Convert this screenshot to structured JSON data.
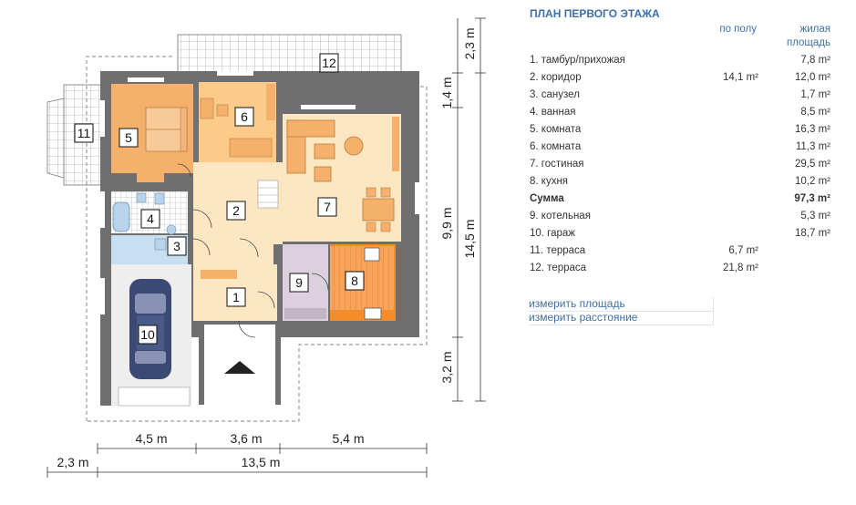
{
  "plan": {
    "rooms": [
      "1",
      "2",
      "3",
      "4",
      "5",
      "6",
      "7",
      "8",
      "9",
      "10",
      "11",
      "12"
    ],
    "dims": {
      "right_top": "2,3 m",
      "right_a": "1,4 m",
      "right_b": "9,9 m",
      "right_total": "14,5 m",
      "right_bottom": "3,2 m",
      "bottom_a": "4,5 m",
      "bottom_b": "3,6 m",
      "bottom_c": "5,4 m",
      "bottom_left": "2,3 m",
      "bottom_total": "13,5 m"
    }
  },
  "panel": {
    "title": "ПЛАН ПЕРВОГО ЭТАЖА",
    "col_floor": "по полу",
    "col_living": "жилая площадь",
    "rows": [
      {
        "name": "1. тамбур/прихожая",
        "floor": "",
        "living": "7,8 m²",
        "bold": false
      },
      {
        "name": "2. коридор",
        "floor": "14,1 m²",
        "living": "12,0 m²",
        "bold": false
      },
      {
        "name": "3. санузел",
        "floor": "",
        "living": "1,7 m²",
        "bold": false
      },
      {
        "name": "4. ванная",
        "floor": "",
        "living": "8,5 m²",
        "bold": false
      },
      {
        "name": "5. комната",
        "floor": "",
        "living": "16,3 m²",
        "bold": false
      },
      {
        "name": "6. комната",
        "floor": "",
        "living": "11,3 m²",
        "bold": false
      },
      {
        "name": "7. гостиная",
        "floor": "",
        "living": "29,5 m²",
        "bold": false
      },
      {
        "name": "8. кухня",
        "floor": "",
        "living": "10,2 m²",
        "bold": false
      },
      {
        "name": "Сумма",
        "floor": "",
        "living": "97,3 m²",
        "bold": true
      },
      {
        "name": "9. котельная",
        "floor": "",
        "living": "5,3 m²",
        "bold": false
      },
      {
        "name": "10. гараж",
        "floor": "",
        "living": "18,7 m²",
        "bold": false
      },
      {
        "name": "11. терраса",
        "floor": "6,7 m²",
        "living": "",
        "bold": false
      },
      {
        "name": "12. терраса",
        "floor": "21,8 m²",
        "living": "",
        "bold": false
      }
    ],
    "link_area": "измерить площадь",
    "link_distance": "измерить расстояние"
  }
}
